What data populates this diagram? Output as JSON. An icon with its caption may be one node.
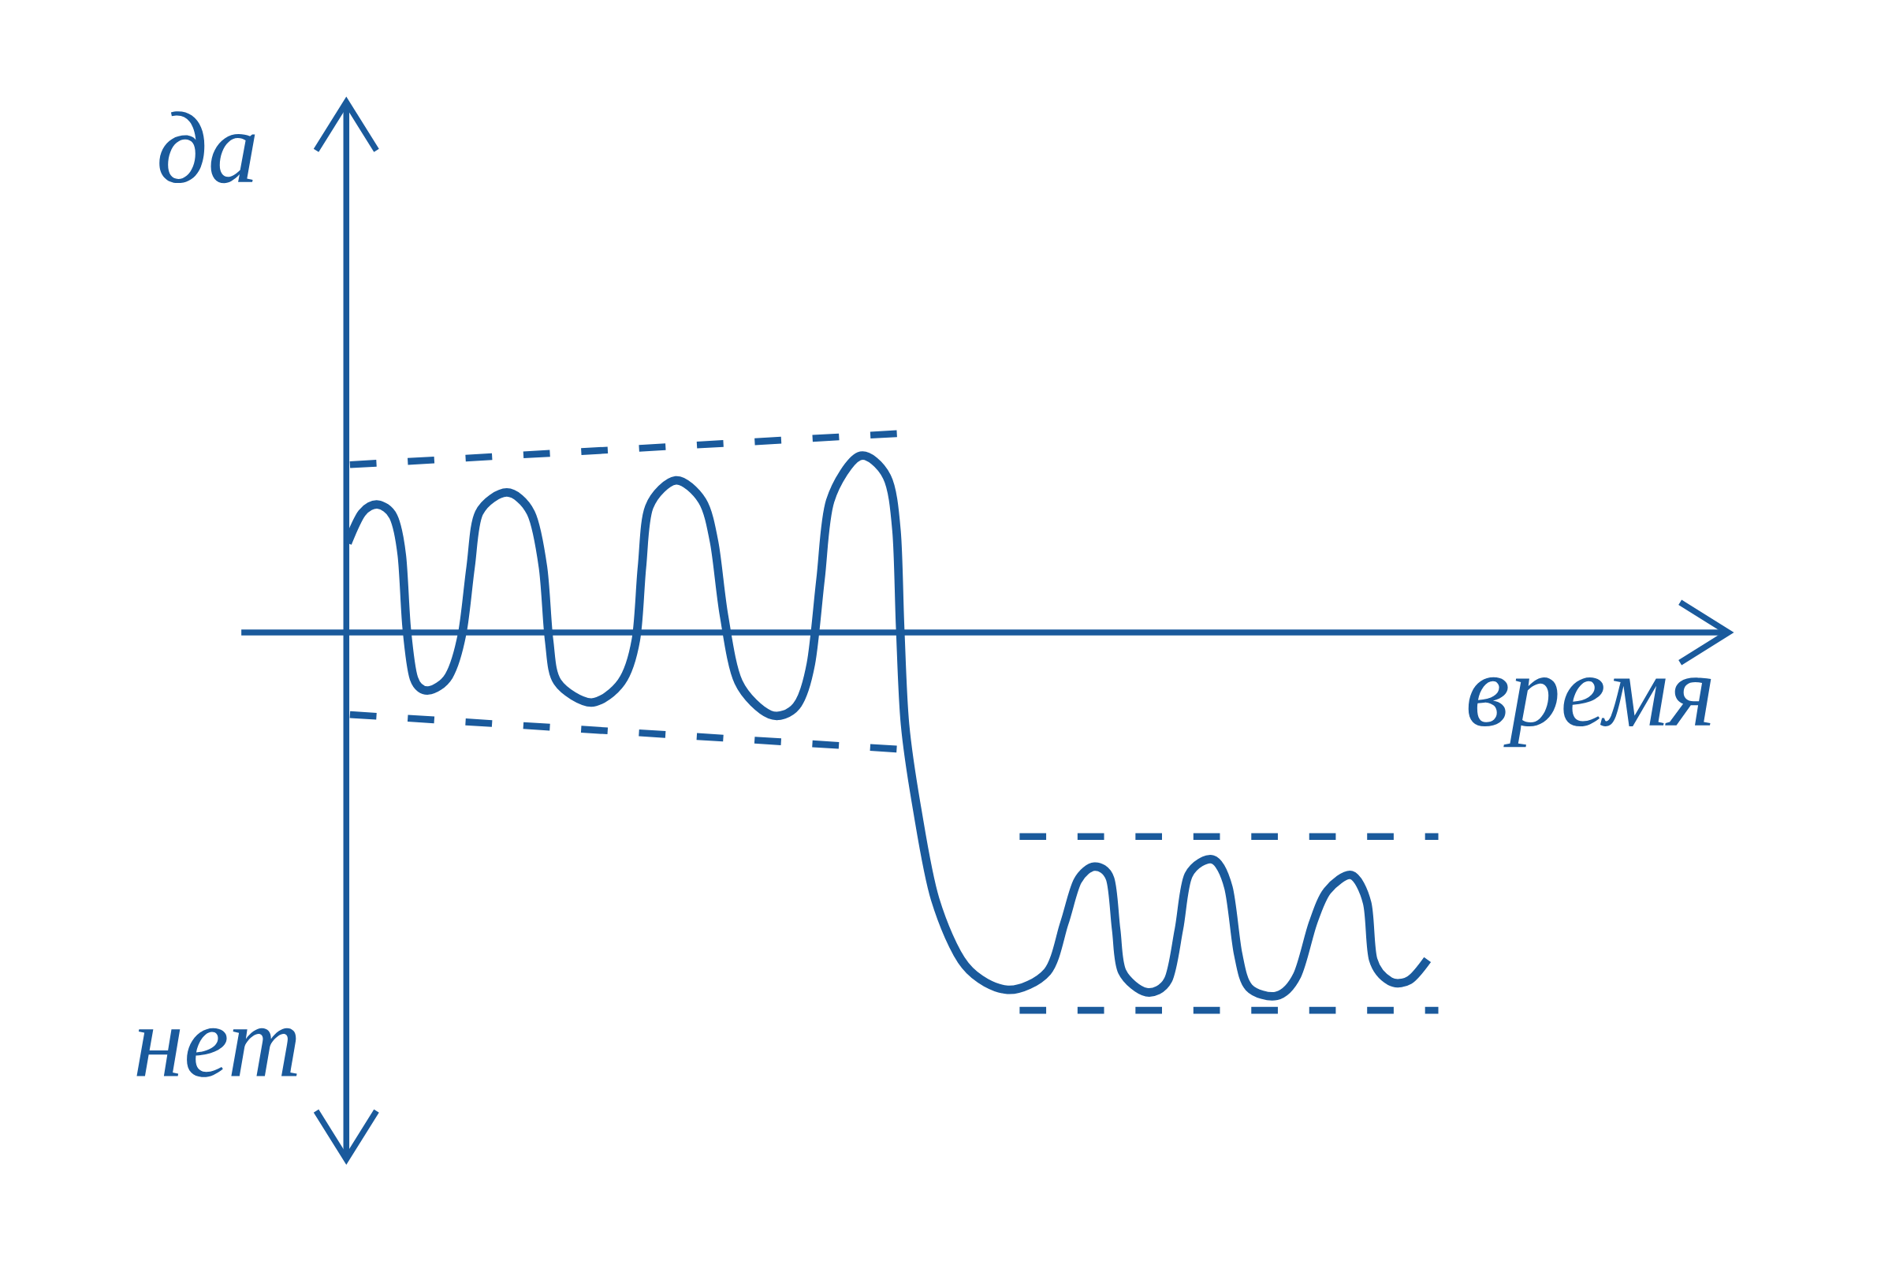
{
  "diagram": {
    "labels": [
      "да",
      "нет",
      "время"
    ]
  }
}
